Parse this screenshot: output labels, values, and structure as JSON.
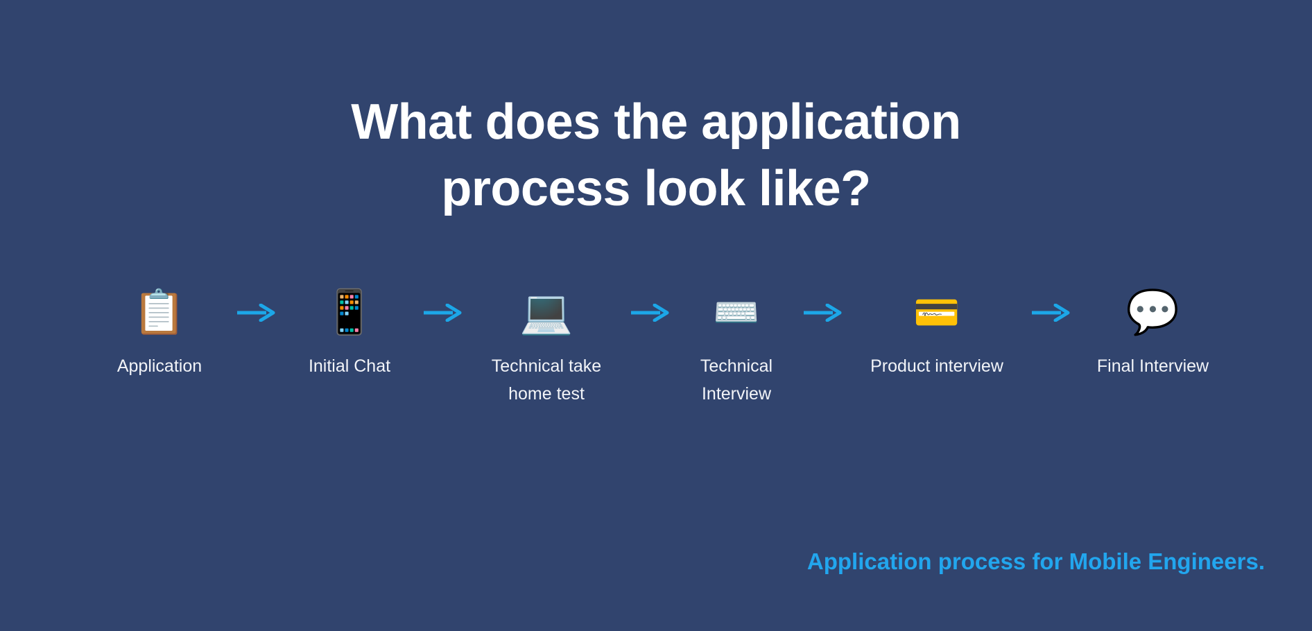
{
  "slide": {
    "background_color": "#31446e",
    "title": {
      "line1": "What does the application",
      "line2": "process look like?",
      "color": "#ffffff"
    },
    "caption": {
      "text": "Application process for Mobile Engineers.",
      "color": "#22a6ee"
    },
    "arrow": {
      "icon": "right-arrow-icon",
      "color": "#1ca7e8",
      "count": 5
    },
    "steps": [
      {
        "icon": "clipboard-icon",
        "glyph": "📋",
        "label": "Application"
      },
      {
        "icon": "mobile-phone-icon",
        "glyph": "📱",
        "label": "Initial Chat"
      },
      {
        "icon": "laptop-icon",
        "glyph": "💻",
        "label": "Technical take\nhome test"
      },
      {
        "icon": "keyboard-icon",
        "glyph": "⌨️",
        "label": "Technical\nInterview"
      },
      {
        "icon": "credit-card-icon",
        "glyph": "💳",
        "label": "Product interview"
      },
      {
        "icon": "speech-balloon-icon",
        "glyph": "💬",
        "label": "Final Interview"
      }
    ]
  }
}
